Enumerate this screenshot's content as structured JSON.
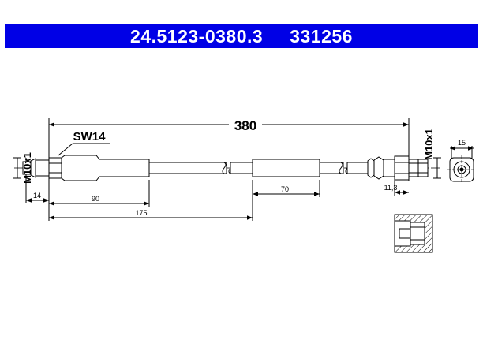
{
  "header": {
    "part_number": "24.5123-0380.3",
    "ref_number": "331256",
    "background": "#0000e6"
  },
  "dimensions": {
    "overall_length": "380",
    "left_thread": "M10x1",
    "right_thread": "M10x1",
    "wrench_size": "SW14",
    "end_offset": "14",
    "fitting_length": "90",
    "sleeve_position": "175",
    "middle_sleeve": "70",
    "right_fitting": "11,3",
    "end_diameter": "15"
  },
  "colors": {
    "line": "#000000",
    "header_text": "#ffffff"
  }
}
